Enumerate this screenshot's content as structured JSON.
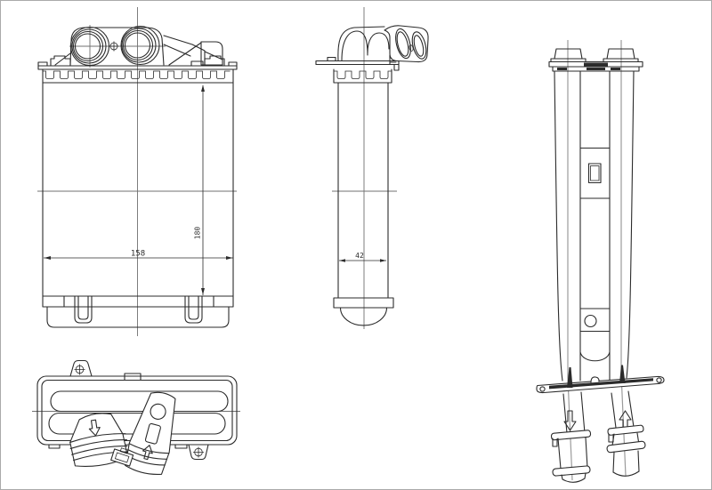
{
  "drawing": {
    "background": "#ffffff",
    "line_color": "#2b2b2b",
    "centerline_color": "#707070",
    "pipe_centerline_color": "#9b9b9b",
    "dimensions": {
      "width": "158",
      "height": "180",
      "depth": "42"
    },
    "flow_indicators": {
      "top_view_left": "down-arrow",
      "top_view_right": "up-arrow",
      "pipe_view_left": "down-arrow",
      "pipe_view_right": "up-arrow"
    }
  }
}
